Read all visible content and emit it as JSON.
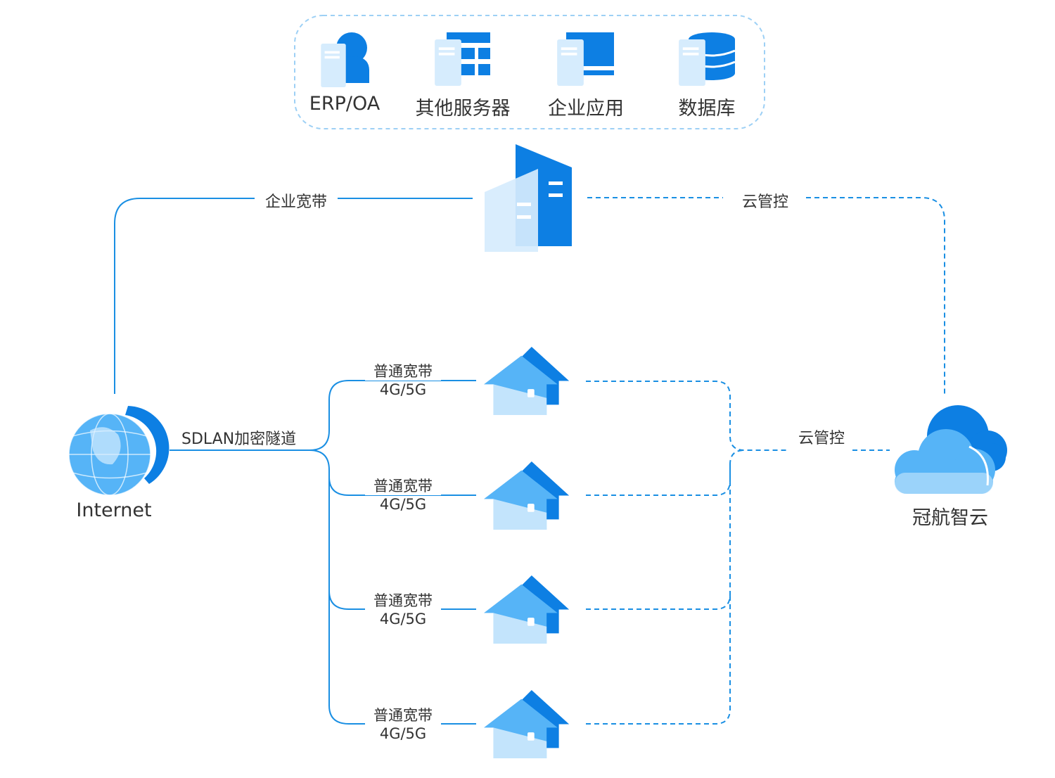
{
  "colors": {
    "line": "#1a8fe3",
    "primary": "#0d7fe3",
    "light": "#56b4f7",
    "pale": "#d6ecfd"
  },
  "services": [
    {
      "label": "ERP/OA",
      "icon": "person-server-icon"
    },
    {
      "label": "其他服务器",
      "icon": "grid-server-icon"
    },
    {
      "label": "企业应用",
      "icon": "monitor-server-icon"
    },
    {
      "label": "数据库",
      "icon": "database-server-icon"
    }
  ],
  "hq": {
    "broadband_label": "企业宽带",
    "cloud_control_label": "云管控",
    "icon": "building-icon"
  },
  "internet": {
    "label": "Internet",
    "icon": "globe-icon"
  },
  "tunnel_label": "SDLAN加密隧道",
  "branches": [
    {
      "line1": "普通宽带",
      "line2": "4G/5G",
      "icon": "house-icon"
    },
    {
      "line1": "普通宽带",
      "line2": "4G/5G",
      "icon": "house-icon"
    },
    {
      "line1": "普通宽带",
      "line2": "4G/5G",
      "icon": "house-icon"
    },
    {
      "line1": "普通宽带",
      "line2": "4G/5G",
      "icon": "house-icon"
    }
  ],
  "branch_cloud_control_label": "云管控",
  "cloud": {
    "label": "冠航智云",
    "icon": "cloud-icon"
  }
}
